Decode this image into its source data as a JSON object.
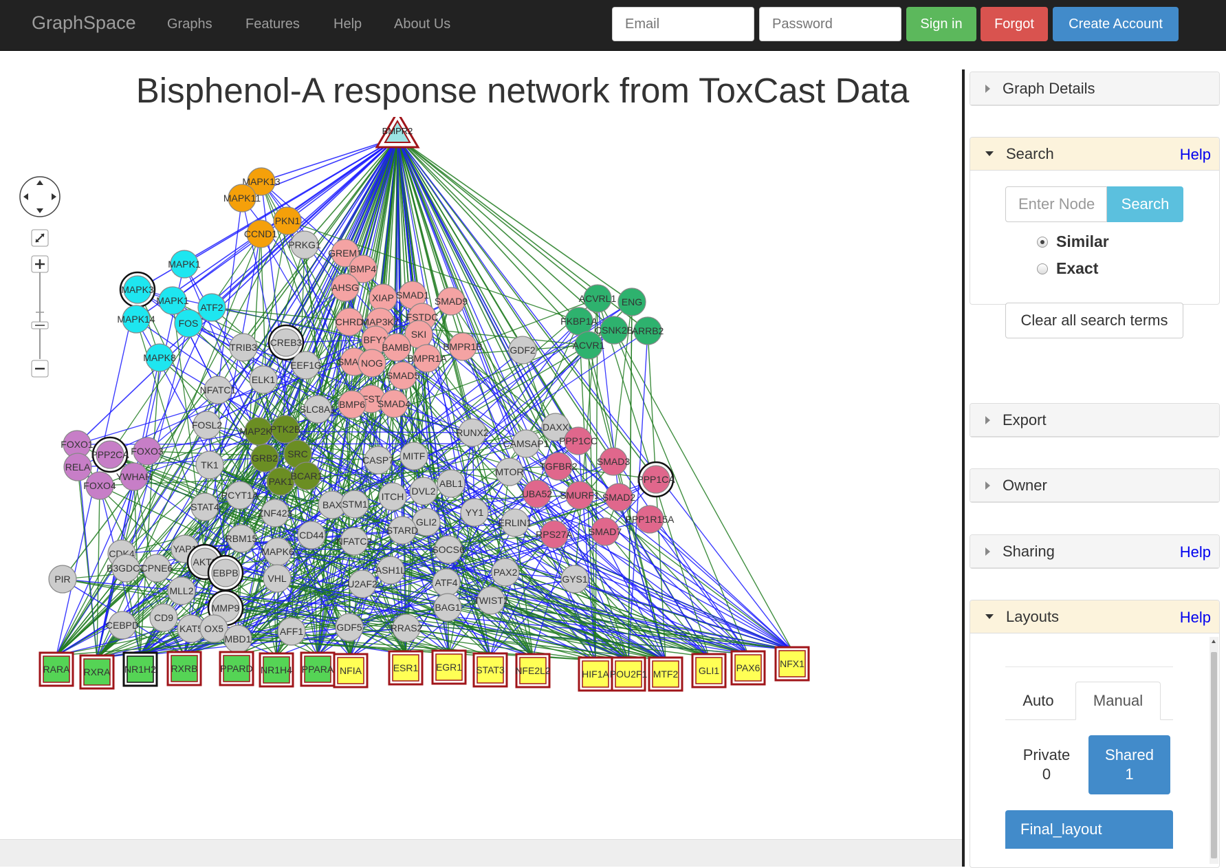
{
  "navbar": {
    "brand": "GraphSpace",
    "links": [
      "Graphs",
      "Features",
      "Help",
      "About Us"
    ],
    "email_placeholder": "Email",
    "password_placeholder": "Password",
    "signin": "Sign in",
    "forgot": "Forgot",
    "create": "Create Account"
  },
  "page": {
    "title": "Bisphenol-A response network from ToxCast Data"
  },
  "colors": {
    "orange": "#f5a00a",
    "cyan": "#1ee6f0",
    "pink": "#f4a3a3",
    "gray": "#cccccc",
    "green": "#2eb26e",
    "olive": "#6b8e23",
    "purple": "#c77ec7",
    "rose": "#e0678c",
    "edge_green": "#1e7a1e",
    "edge_blue": "#1a1aff",
    "tf_green": "#55d455",
    "tf_yellow": "#ffff55",
    "tf_border": "#a0151a"
  },
  "graph": {
    "source": "BMPR2",
    "nodes": [
      [
        "MAPK13",
        380,
        264,
        "orange"
      ],
      [
        "MAPK11",
        352,
        288,
        "orange"
      ],
      [
        "PKN1",
        418,
        321,
        "orange"
      ],
      [
        "CCND1",
        379,
        340,
        "orange"
      ],
      [
        "PRKG1",
        443,
        356,
        "gray"
      ],
      [
        "MAPK1",
        268,
        384,
        "cyan"
      ],
      [
        "MAPK3",
        200,
        421,
        "cyan"
      ],
      [
        "MAPK1",
        251,
        437,
        "cyan"
      ],
      [
        "ATF2",
        308,
        447,
        "cyan"
      ],
      [
        "MAPK14",
        198,
        464,
        "cyan"
      ],
      [
        "FOS",
        274,
        470,
        "cyan"
      ],
      [
        "MAPK8",
        232,
        520,
        "cyan"
      ],
      [
        "GREM1",
        502,
        368,
        "pink"
      ],
      [
        "BMP4",
        528,
        391,
        "pink"
      ],
      [
        "AHSG",
        502,
        418,
        "pink"
      ],
      [
        "XIAP",
        557,
        433,
        "pink"
      ],
      [
        "SMAD1",
        600,
        429,
        "pink"
      ],
      [
        "SMAD9",
        656,
        438,
        "pink"
      ],
      [
        "CHRD",
        508,
        468,
        "pink"
      ],
      [
        "MAP3K7",
        553,
        468,
        "pink"
      ],
      [
        "FSTDC",
        614,
        461,
        "pink"
      ],
      [
        "SKI",
        609,
        486,
        "pink"
      ],
      [
        "BFY1",
        546,
        494,
        "pink"
      ],
      [
        "BAMBI",
        577,
        505,
        "pink"
      ],
      [
        "BMPR1B",
        673,
        504,
        "pink"
      ],
      [
        "BMPR1A",
        621,
        521,
        "pink"
      ],
      [
        "SMAD6",
        515,
        526,
        "pink"
      ],
      [
        "NOG",
        541,
        528,
        "pink"
      ],
      [
        "SMAD5",
        586,
        546,
        "pink"
      ],
      [
        "FST",
        540,
        580,
        "pink"
      ],
      [
        "BMP6",
        512,
        588,
        "pink"
      ],
      [
        "SMAD4",
        573,
        587,
        "pink"
      ],
      [
        "CREB3",
        416,
        498,
        "gray"
      ],
      [
        "TRIB3",
        354,
        505,
        "gray"
      ],
      [
        "EEF1G",
        445,
        531,
        "gray"
      ],
      [
        "ELK1",
        383,
        552,
        "gray"
      ],
      [
        "NFATC1",
        317,
        567,
        "gray"
      ],
      [
        "SLC8A1",
        462,
        595,
        "gray"
      ],
      [
        "FOSL2",
        301,
        618,
        "gray"
      ],
      [
        "GDF2",
        760,
        509,
        "gray"
      ],
      [
        "RUNX2",
        687,
        629,
        "gray"
      ],
      [
        "DAXX",
        808,
        621,
        "gray"
      ],
      [
        "CAMSAP1",
        765,
        645,
        "gray"
      ],
      [
        "ACVRL1",
        869,
        434,
        "green"
      ],
      [
        "ENG",
        919,
        439,
        "green"
      ],
      [
        "FKBP1A",
        842,
        467,
        "green"
      ],
      [
        "CSNK2B",
        893,
        480,
        "green"
      ],
      [
        "ARRB2",
        942,
        481,
        "green"
      ],
      [
        "ACVR1",
        856,
        502,
        "green"
      ],
      [
        "MAP2K1",
        376,
        627,
        "olive"
      ],
      [
        "PTK2B",
        415,
        624,
        "olive"
      ],
      [
        "SRC",
        433,
        660,
        "olive"
      ],
      [
        "GRB2",
        385,
        666,
        "olive"
      ],
      [
        "PAK1",
        408,
        700,
        "olive"
      ],
      [
        "BCAR1",
        446,
        692,
        "olive"
      ],
      [
        "FOXO1",
        112,
        646,
        "purple"
      ],
      [
        "PPP2CA",
        160,
        661,
        "purple"
      ],
      [
        "FOXO3",
        214,
        656,
        "purple"
      ],
      [
        "RELA",
        113,
        679,
        "purple"
      ],
      [
        "YWHAH",
        195,
        693,
        "purple"
      ],
      [
        "FOXO4",
        145,
        706,
        "purple"
      ],
      [
        "PPP1CC",
        841,
        641,
        "rose"
      ],
      [
        "SMAD3",
        892,
        671,
        "rose"
      ],
      [
        "PPP1CA",
        954,
        697,
        "rose"
      ],
      [
        "TGFBR2",
        812,
        678,
        "rose"
      ],
      [
        "UBA52",
        781,
        718,
        "rose"
      ],
      [
        "SMURF1",
        843,
        720,
        "rose"
      ],
      [
        "SMAD2",
        900,
        723,
        "rose"
      ],
      [
        "PPP1R15A",
        945,
        755,
        "rose"
      ],
      [
        "RPS27A",
        806,
        777,
        "rose"
      ],
      [
        "SMAD7",
        880,
        773,
        "rose"
      ],
      [
        "TK1",
        305,
        676,
        "gray"
      ],
      [
        "PCYT1A",
        349,
        720,
        "gray"
      ],
      [
        "STAT4",
        298,
        737,
        "gray"
      ],
      [
        "ZNF423",
        400,
        746,
        "gray"
      ],
      [
        "BAX",
        483,
        734,
        "gray"
      ],
      [
        "STM1",
        516,
        733,
        "gray"
      ],
      [
        "CASP7",
        550,
        669,
        "gray"
      ],
      [
        "MITF",
        602,
        663,
        "gray"
      ],
      [
        "ITCH",
        571,
        722,
        "gray"
      ],
      [
        "DVL2",
        616,
        714,
        "gray"
      ],
      [
        "ABL1",
        656,
        703,
        "gray"
      ],
      [
        "MTOR",
        741,
        686,
        "gray"
      ],
      [
        "YY1",
        690,
        745,
        "gray"
      ],
      [
        "ERLIN1",
        749,
        760,
        "gray"
      ],
      [
        "GLI2",
        620,
        759,
        "gray"
      ],
      [
        "STARD",
        585,
        771,
        "gray"
      ],
      [
        "RBM15",
        351,
        783,
        "gray"
      ],
      [
        "CD44",
        453,
        778,
        "gray"
      ],
      [
        "NFATC2",
        515,
        787,
        "gray"
      ],
      [
        "SOCS6",
        652,
        799,
        "gray"
      ],
      [
        "MAPK6",
        404,
        802,
        "gray"
      ],
      [
        "YAP1",
        269,
        798,
        "gray"
      ],
      [
        "CDK4",
        177,
        805,
        "gray"
      ],
      [
        "B3GDC3",
        183,
        826,
        "gray"
      ],
      [
        "CPNE6",
        228,
        826,
        "gray"
      ],
      [
        "AKT2",
        298,
        817,
        "gray"
      ],
      [
        "EBPB",
        328,
        833,
        "gray"
      ],
      [
        "PIR",
        91,
        842,
        "gray"
      ],
      [
        "ASH1L",
        568,
        829,
        "gray"
      ],
      [
        "PAX2",
        735,
        832,
        "gray"
      ],
      [
        "GYS1",
        836,
        842,
        "gray"
      ],
      [
        "VHL",
        403,
        841,
        "gray"
      ],
      [
        "U2AF2",
        527,
        849,
        "gray"
      ],
      [
        "ATF4",
        649,
        847,
        "gray"
      ],
      [
        "MLL2",
        264,
        859,
        "gray"
      ],
      [
        "TWIST1",
        714,
        873,
        "gray"
      ],
      [
        "MMP9",
        328,
        884,
        "gray"
      ],
      [
        "BAG1",
        651,
        883,
        "gray"
      ],
      [
        "CD9",
        238,
        898,
        "gray"
      ],
      [
        "CEBPD",
        178,
        909,
        "gray"
      ],
      [
        "KAT5",
        278,
        914,
        "gray"
      ],
      [
        "OX5",
        311,
        914,
        "gray"
      ],
      [
        "MBD1",
        346,
        929,
        "gray"
      ],
      [
        "AFF1",
        424,
        918,
        "gray"
      ],
      [
        "GDF5",
        508,
        912,
        "gray"
      ],
      [
        "RRAS2",
        591,
        913,
        "gray"
      ]
    ],
    "ringed": [
      "MAPK3",
      "CREB3",
      "PPP2CA",
      "PPP1CA",
      "AKT2",
      "EBPB",
      "MMP9"
    ],
    "tfs": [
      [
        "RARA",
        82,
        973,
        "tf_green"
      ],
      [
        "RXRA",
        141,
        977,
        "tf_green"
      ],
      [
        "NR1H2",
        204,
        973,
        "tf_green"
      ],
      [
        "RXRB",
        268,
        972,
        "tf_green"
      ],
      [
        "PPARD",
        344,
        972,
        "tf_green"
      ],
      [
        "NR1H4",
        402,
        974,
        "tf_green"
      ],
      [
        "PPARA",
        462,
        973,
        "tf_green"
      ],
      [
        "NFIA",
        510,
        975,
        "tf_yellow"
      ],
      [
        "ESR1",
        590,
        971,
        "tf_yellow"
      ],
      [
        "EGR1",
        653,
        970,
        "tf_yellow"
      ],
      [
        "STAT3",
        713,
        974,
        "tf_yellow"
      ],
      [
        "NFE2L2",
        775,
        975,
        "tf_yellow"
      ],
      [
        "HIF1A",
        866,
        980,
        "tf_yellow"
      ],
      [
        "POU2F1",
        914,
        980,
        "tf_yellow"
      ],
      [
        "MTF2",
        968,
        980,
        "tf_yellow"
      ],
      [
        "GLI1",
        1031,
        975,
        "tf_yellow"
      ],
      [
        "PAX6",
        1088,
        971,
        "tf_yellow"
      ],
      [
        "NFX1",
        1152,
        965,
        "tf_yellow"
      ]
    ]
  },
  "sidebar": {
    "graph_details": "Graph Details",
    "search": {
      "title": "Search",
      "help": "Help",
      "placeholder": "Enter Node",
      "button": "Search",
      "similar": "Similar",
      "exact": "Exact",
      "clear": "Clear all search terms"
    },
    "export": "Export",
    "owner": "Owner",
    "sharing": {
      "title": "Sharing",
      "help": "Help"
    },
    "layouts": {
      "title": "Layouts",
      "help": "Help",
      "tab_auto": "Auto",
      "tab_manual": "Manual",
      "private_label": "Private",
      "private_count": "0",
      "shared_label": "Shared",
      "shared_count": "1",
      "layout_name": "Final_layout"
    }
  }
}
